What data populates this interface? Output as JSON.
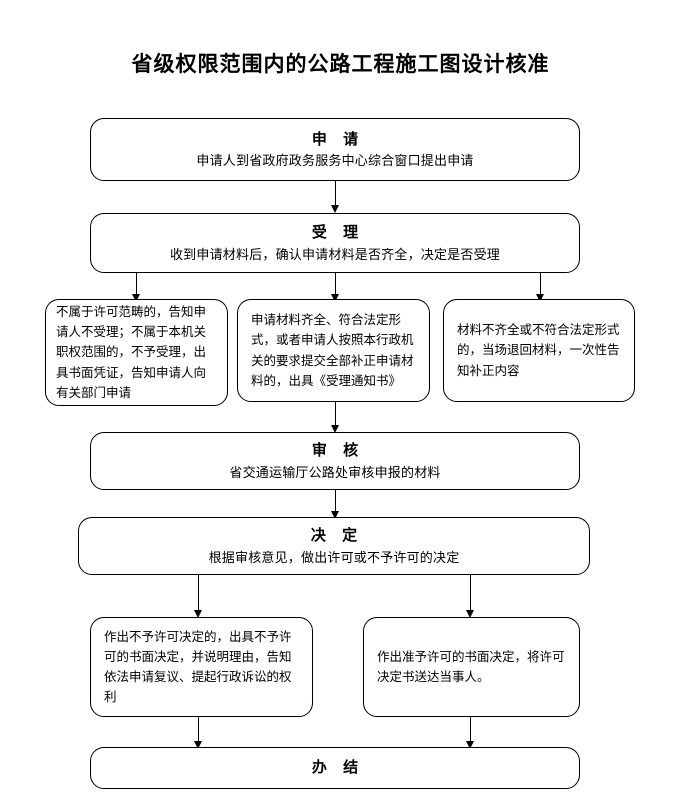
{
  "title": "省级权限范围内的公路工程施工图设计核准",
  "nodes": {
    "apply": {
      "heading": "申  请",
      "sub": "申请人到省政府政务服务中心综合窗口提出申请"
    },
    "accept": {
      "heading": "受  理",
      "sub": "收到申请材料后，确认申请材料是否齐全，决定是否受理"
    },
    "branch_left": {
      "body": "不属于许可范畴的，告知申请人不受理；不属于本机关职权范围的，不予受理，出具书面凭证，告知申请人向有关部门申请"
    },
    "branch_middle": {
      "body": "申请材料齐全、符合法定形式，或者申请人按照本行政机关的要求提交全部补正申请材料的，出具《受理通知书》"
    },
    "branch_right": {
      "body": "材料不齐全或不符合法定形式的，当场退回材料，一次性告知补正内容"
    },
    "review": {
      "heading": "审  核",
      "sub": "省交通运输厅公路处审核申报的材料"
    },
    "decision": {
      "heading": "决  定",
      "sub": "根据审核意见，做出许可或不予许可的决定"
    },
    "outcome_refuse": {
      "body": "作出不予许可决定的，出具不予许可的书面决定，并说明理由，告知依法申请复议、提起行政诉讼的权利"
    },
    "outcome_approve": {
      "body": "作出准予许可的书面决定，将许可决定书送达当事人。"
    },
    "finish": {
      "heading": "办  结"
    }
  },
  "colors": {
    "line": "#000000",
    "text": "#000000",
    "background": "#ffffff"
  }
}
